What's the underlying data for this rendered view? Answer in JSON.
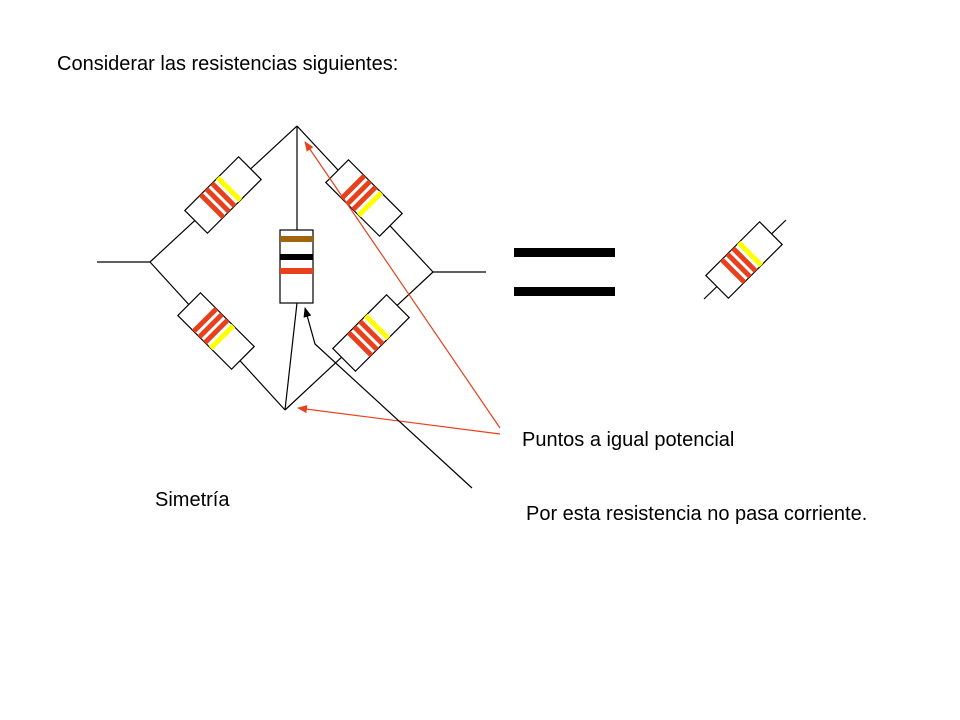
{
  "slide": {
    "title": "Considerar las resistencias siguientes:",
    "labels": {
      "equal_potential": "Puntos a igual potencial",
      "symmetry": "Simetría",
      "no_current": "Por esta resistencia no pasa corriente."
    }
  },
  "colors": {
    "wire": "#000000",
    "band_red": "#e8401c",
    "band_yellow": "#ffff00",
    "band_brown": "#a0650f",
    "band_black": "#000000",
    "annotation_arrow": "#e8401c"
  }
}
